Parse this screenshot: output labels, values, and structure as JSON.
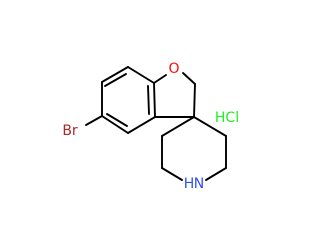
{
  "molecule": {
    "atoms": {
      "oxygen": "O",
      "bromine": "Br",
      "nitrogen": "N",
      "hydrogen_on_nitrogen": "H"
    },
    "salt": "HCl",
    "colors": {
      "bond": "#000000",
      "oxygen": "#ff0d0d",
      "bromine": "#a62929",
      "nitrogen": "#3050f8",
      "salt": "#1ff01f"
    }
  }
}
